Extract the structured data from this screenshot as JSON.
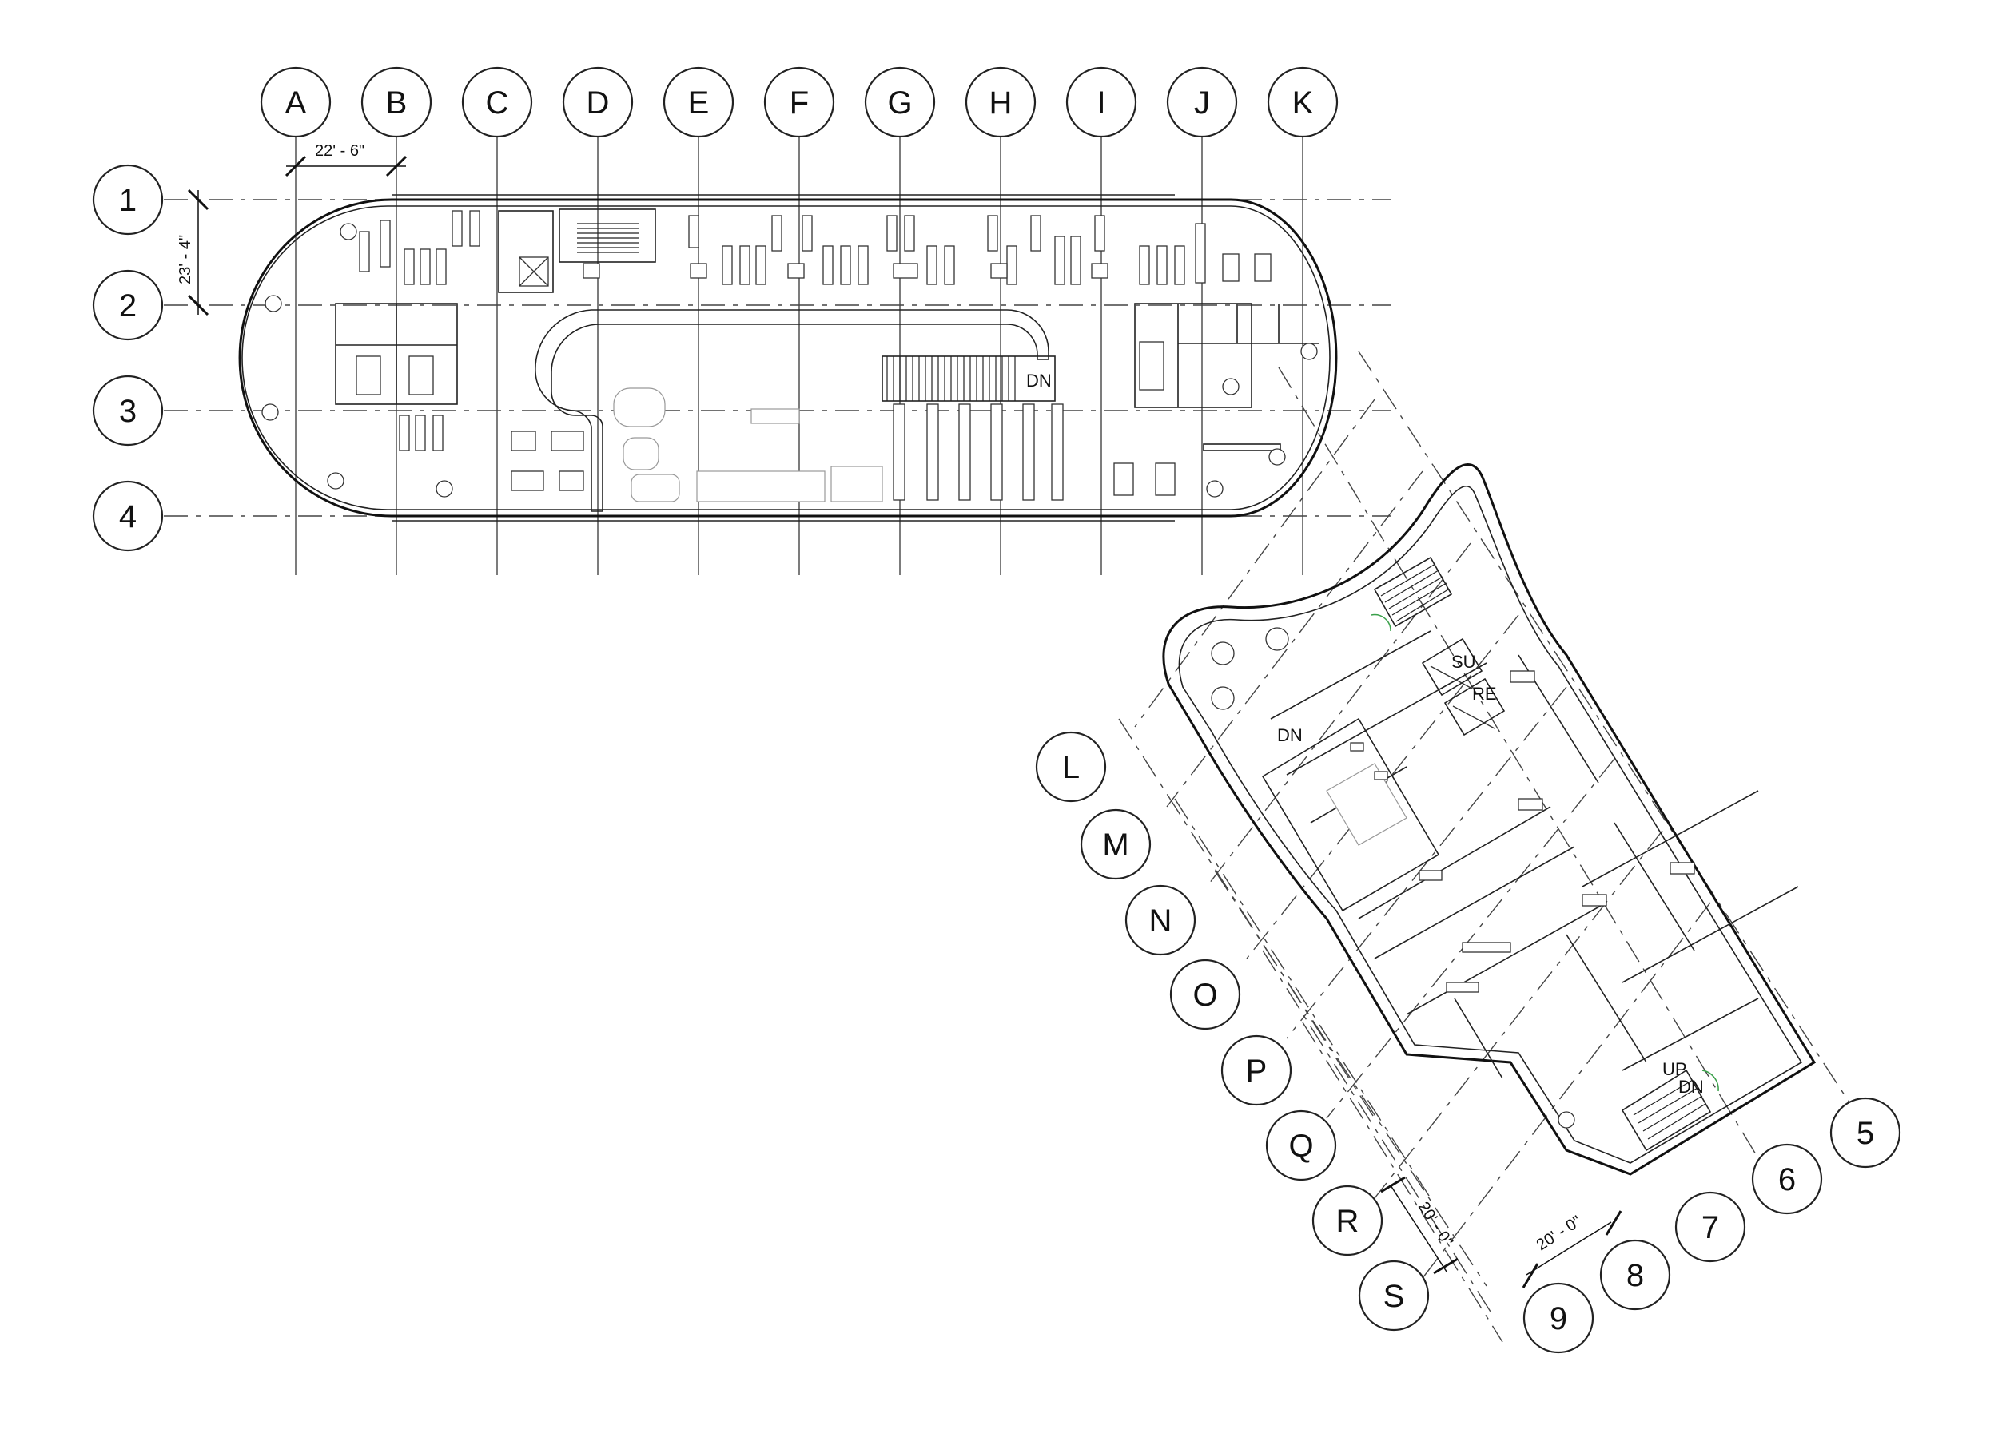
{
  "plan": {
    "column_grid_letters": [
      "A",
      "B",
      "C",
      "D",
      "E",
      "F",
      "G",
      "H",
      "I",
      "J",
      "K"
    ],
    "row_grid_numbers": [
      "1",
      "2",
      "3",
      "4"
    ],
    "wing_grid_letters": [
      "L",
      "M",
      "N",
      "O",
      "P",
      "Q",
      "R",
      "S"
    ],
    "wing_grid_numbers": [
      "5",
      "6",
      "7",
      "8",
      "9"
    ],
    "dimensions": {
      "column_spacing": "22' - 6\"",
      "row_spacing": "23' - 4\"",
      "wing_row_spacing": "20' - 0\"",
      "wing_column_spacing": "20' - 0\""
    },
    "stair_labels": {
      "main_stair_dn": "DN",
      "wing_stair_dn": "DN",
      "wing_stair_up": "UP",
      "wing_stair_dn2": "DN",
      "elevator_su": "SU",
      "elevator_re": "RE"
    }
  }
}
